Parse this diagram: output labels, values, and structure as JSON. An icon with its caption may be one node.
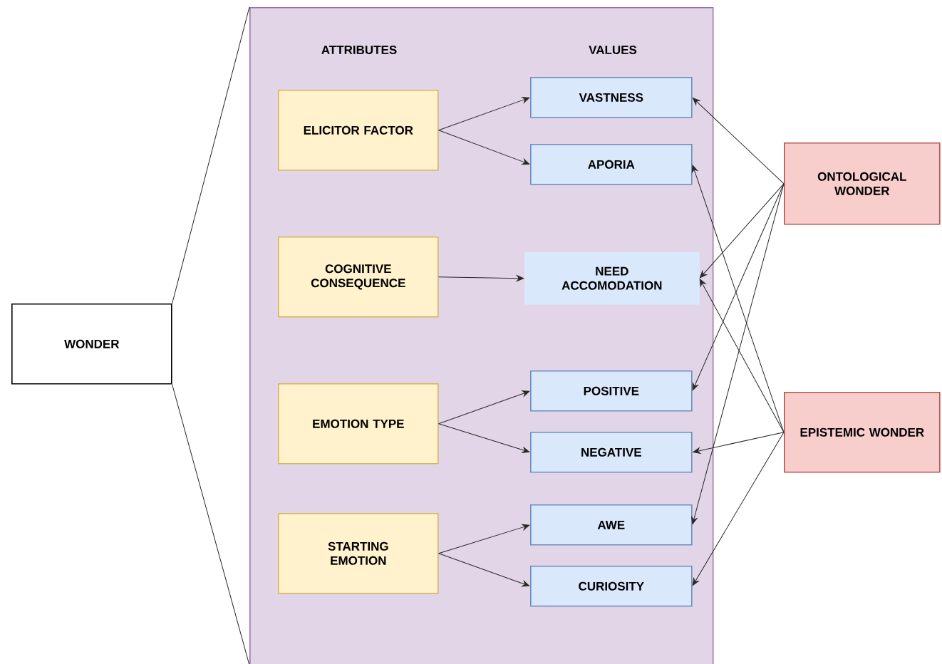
{
  "diagram": {
    "nodes": [
      {
        "text": [
          "WONDER"
        ]
      },
      {
        "text": [
          "ATTRIBUTES",
          "VALUES"
        ]
      },
      {
        "text": [
          "ELICITOR FACTOR"
        ],
        "in": 1
      },
      {
        "text": [
          "VASTNESS"
        ],
        "in": 1
      },
      {
        "text": [
          "APORIA"
        ],
        "in": 1
      },
      {
        "text": [
          "COGNITIVE CONSEQUENCE"
        ],
        "in": 1
      },
      {
        "text": [
          "NEED ACCOMODATION"
        ],
        "in": 1
      },
      {
        "text": [
          "EMOTION TYPE"
        ],
        "in": 1
      },
      {
        "text": [
          "POSITIVE"
        ],
        "in": 1
      },
      {
        "text": [
          "NEGATIVE"
        ],
        "in": 1
      },
      {
        "text": [
          "STARTING EMOTION"
        ],
        "in": 1
      },
      {
        "text": [
          "AWE"
        ],
        "in": 1
      },
      {
        "text": [
          "CURIOSITY"
        ],
        "in": 1
      },
      {
        "text": [
          "ONTOLOGICAL WONDER"
        ]
      },
      {
        "text": [
          "EPISTEMIC WONDER"
        ]
      }
    ],
    "edges": [
      {
        "from": 0,
        "to": 1,
        "arrow": "none"
      },
      {
        "from": 0,
        "to": 1,
        "arrow": "none"
      },
      {
        "from": 2,
        "to": 3,
        "arrow": "to"
      },
      {
        "from": 2,
        "to": 4,
        "arrow": "to"
      },
      {
        "from": 5,
        "to": 6,
        "arrow": "to"
      },
      {
        "from": 7,
        "to": 8,
        "arrow": "to"
      },
      {
        "from": 7,
        "to": 9,
        "arrow": "to"
      },
      {
        "from": 10,
        "to": 11,
        "arrow": "to"
      },
      {
        "from": 10,
        "to": 12,
        "arrow": "to"
      },
      {
        "from": 13,
        "to": 3,
        "arrow": "to"
      },
      {
        "from": 13,
        "to": 6,
        "arrow": "to"
      },
      {
        "from": 13,
        "to": 8,
        "arrow": "to"
      },
      {
        "from": 13,
        "to": 11,
        "arrow": "to"
      },
      {
        "from": 14,
        "to": 4,
        "arrow": "to"
      },
      {
        "from": 14,
        "to": 6,
        "arrow": "to"
      },
      {
        "from": 14,
        "to": 9,
        "arrow": "to"
      },
      {
        "from": 14,
        "to": 12,
        "arrow": "to"
      }
    ]
  }
}
